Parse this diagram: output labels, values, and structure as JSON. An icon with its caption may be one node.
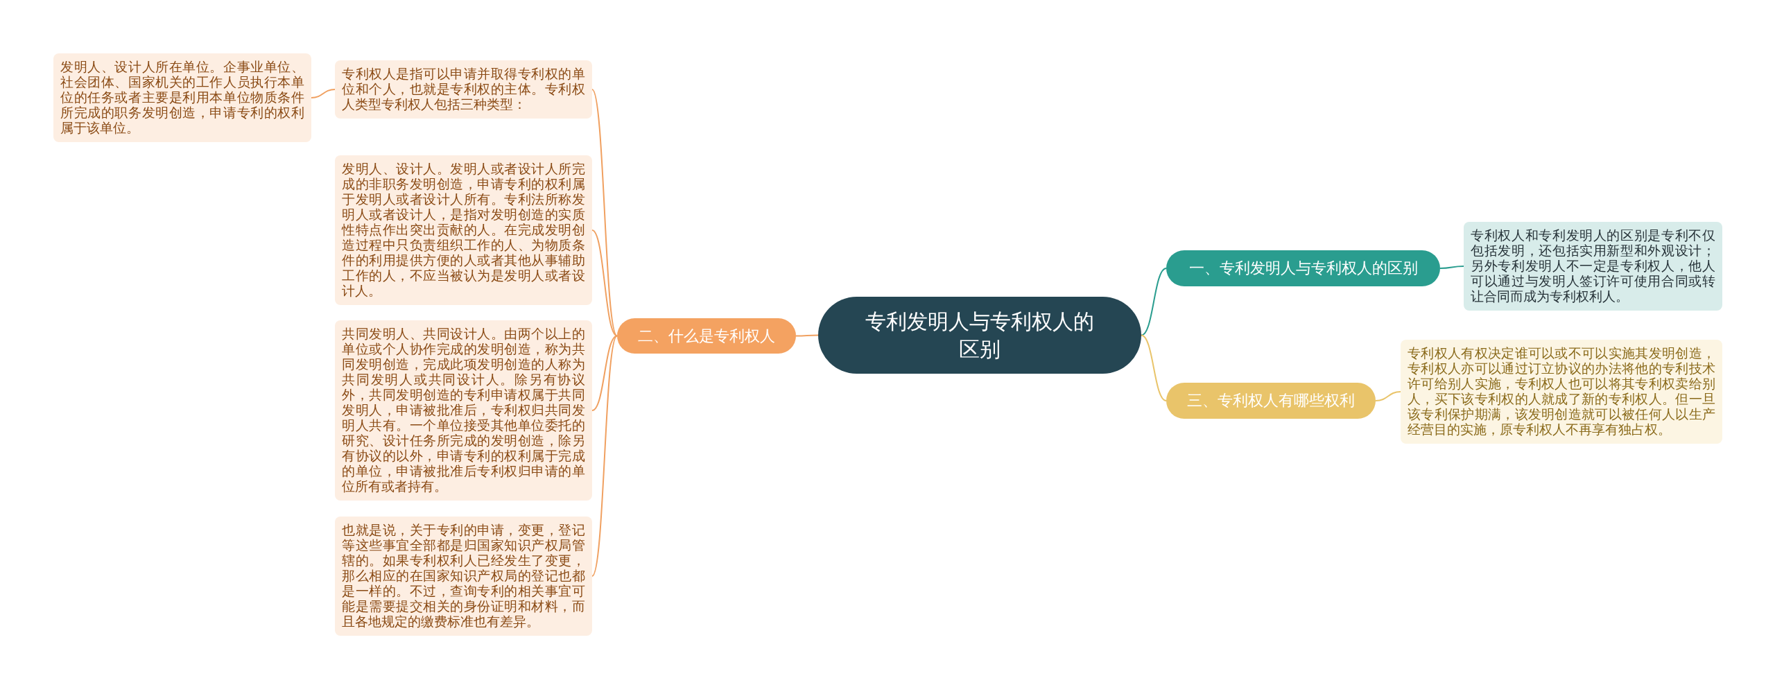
{
  "diagram": {
    "nodes": [
      {
        "text": [
          "专利发明人与专利权人的区别"
        ]
      },
      {
        "text": [
          "一、专利发明人与专利权人的区别"
        ]
      },
      {
        "text": [
          "专利权人和专利发明人的区别是专利不仅包括发明，还包括实用新型和外观设计；另外专利发明人不一定是专利权人，他人可以通过与发明人签订许可使用合同或转让合同而成为专利权利人。"
        ]
      },
      {
        "text": [
          "二、什么是专利权人"
        ]
      },
      {
        "text": [
          "专利权人是指可以申请并取得专利权的单位和个人，也就是专利权的主体。专利权人类型专利权人包括三种类型："
        ]
      },
      {
        "text": [
          "发明人、设计人所在单位。企事业单位、社会团体、国家机关的工作人员执行本单位的任务或者主要是利用本单位物质条件所完成的职务发明创造，申请专利的权利属于该单位。"
        ]
      },
      {
        "text": [
          "发明人、设计人。发明人或者设计人所完成的非职务发明创造，申请专利的权利属于发明人或者设计人所有。专利法所称发明人或者设计人，是指对发明创造的实质性特点作出突出贡献的人。在完成发明创造过程中只负责组织工作的人、为物质条件的利用提供方便的人或者其他从事辅助工作的人，不应当被认为是发明人或者设计人。"
        ]
      },
      {
        "text": [
          "共同发明人、共同设计人。由两个以上的单位或个人协作完成的发明创造，称为共同发明创造，完成此项发明创造的人称为共同发明人或共同设计人。除另有协议外，共同发明创造的专利申请权属于共同发明人，申请被批准后，专利权归共同发明人共有。一个单位接受其他单位委托的研究、设计任务所完成的发明创造，除另有协议的以外，申请专利的权利属于完成的单位，申请被批准后专利权归申请的单位所有或者持有。"
        ]
      },
      {
        "text": [
          "也就是说，关于专利的申请，变更，登记等这些事宜全部都是归国家知识产权局管辖的。如果专利权利人已经发生了变更，那么相应的在国家知识产权局的登记也都是一样的。不过，查询专利的相关事宜可能是需要提交相关的身份证明和材料，而且各地规定的缴费标准也有差异。"
        ]
      },
      {
        "text": [
          "三、专利权人有哪些权利"
        ]
      },
      {
        "text": [
          "专利权人有权决定谁可以或不可以实施其发明创造，专利权人亦可以通过订立协议的办法将他的专利技术许可给别人实施，专利权人也可以将其专利权卖给别人，买下该专利权的人就成了新的专利权人。但一旦该专利保护期满，该发明创造就可以被任何人以生产经营目的实施，原专利权人不再享有独占权。"
        ]
      }
    ],
    "edges": [
      {
        "from": 0,
        "to": 1,
        "arrow": "none",
        "color": "#2a9d8f"
      },
      {
        "from": 1,
        "to": 2,
        "arrow": "none",
        "color": "#2a9d8f"
      },
      {
        "from": 0,
        "to": 3,
        "arrow": "none"
      },
      {
        "from": 3,
        "to": 4,
        "arrow": "none"
      },
      {
        "from": 4,
        "to": 5,
        "arrow": "none"
      },
      {
        "from": 3,
        "to": 6,
        "arrow": "none"
      },
      {
        "from": 3,
        "to": 7,
        "arrow": "none"
      },
      {
        "from": 3,
        "to": 8,
        "arrow": "none"
      },
      {
        "from": 0,
        "to": 9,
        "arrow": "none",
        "color": "#e9c46a"
      },
      {
        "from": 9,
        "to": 10,
        "arrow": "none",
        "color": "#e9c46a"
      }
    ]
  }
}
